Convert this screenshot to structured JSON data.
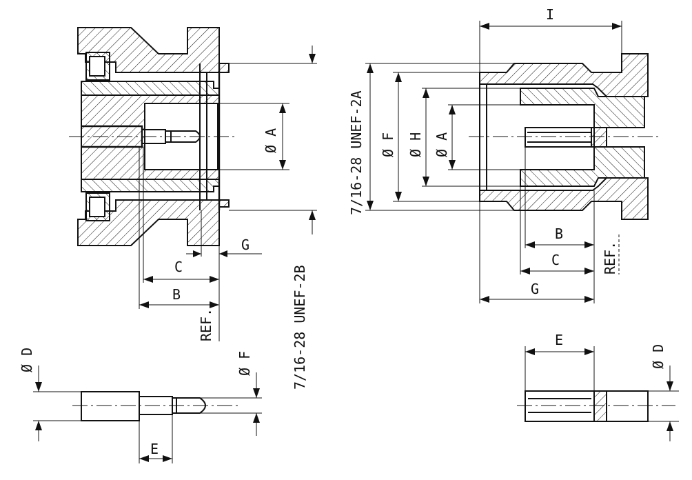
{
  "connector_jack": {
    "dim_a": "Ø A",
    "dim_g": "G",
    "dim_c": "C",
    "dim_b": "B",
    "ref": "REF.",
    "thread": "7/16-28 UNEF-2B"
  },
  "jack_contact": {
    "dim_d": "Ø D",
    "dim_f": "Ø F",
    "dim_e": "E"
  },
  "connector_plug": {
    "dim_i": "I",
    "thread": "7/16-28 UNEF-2A",
    "dim_f": "Ø F",
    "dim_h": "Ø H",
    "dim_a": "Ø A",
    "dim_b": "B",
    "dim_c": "C",
    "dim_g": "G",
    "ref": "REF."
  },
  "plug_contact": {
    "dim_e": "E",
    "dim_d": "Ø D"
  }
}
